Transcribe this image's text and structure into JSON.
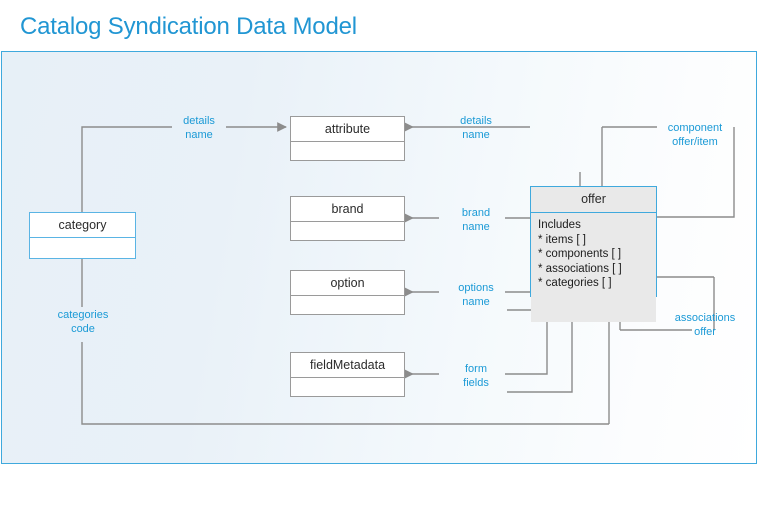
{
  "header": {
    "title": "Catalog Syndication Data Model"
  },
  "diagram": {
    "entities": [
      {
        "id": "category",
        "name": "category"
      },
      {
        "id": "attribute",
        "name": "attribute"
      },
      {
        "id": "brand",
        "name": "brand"
      },
      {
        "id": "option",
        "name": "option"
      },
      {
        "id": "fieldMetadata",
        "name": "fieldMetadata"
      },
      {
        "id": "offer",
        "name": "offer",
        "attributes": [
          "Includes",
          "* items [ ]",
          "* components [ ]",
          "* associations [ ]",
          "* categories [ ]"
        ]
      }
    ],
    "edge_labels": [
      {
        "id": "details-name-left",
        "line1": "details",
        "line2": "name"
      },
      {
        "id": "details-name-right",
        "line1": "details",
        "line2": "name"
      },
      {
        "id": "component-offer-item",
        "line1": "component",
        "line2": "offer/item"
      },
      {
        "id": "brand-name",
        "line1": "brand",
        "line2": "name"
      },
      {
        "id": "options-name",
        "line1": "options",
        "line2": "name"
      },
      {
        "id": "associations-offer",
        "line1": "associations",
        "line2": "offer"
      },
      {
        "id": "categories-code",
        "line1": "categories",
        "line2": "code"
      },
      {
        "id": "form-fields",
        "line1": "form",
        "line2": "fields"
      }
    ]
  },
  "colors": {
    "accent": "#2196d3",
    "label_blue": "#1b9ad6",
    "entity_border_gray": "#9a9a9a",
    "entity_border_blue": "#5ab4e4",
    "offer_fill": "#e9e9e9",
    "connector_gray": "#8c8c8c"
  }
}
